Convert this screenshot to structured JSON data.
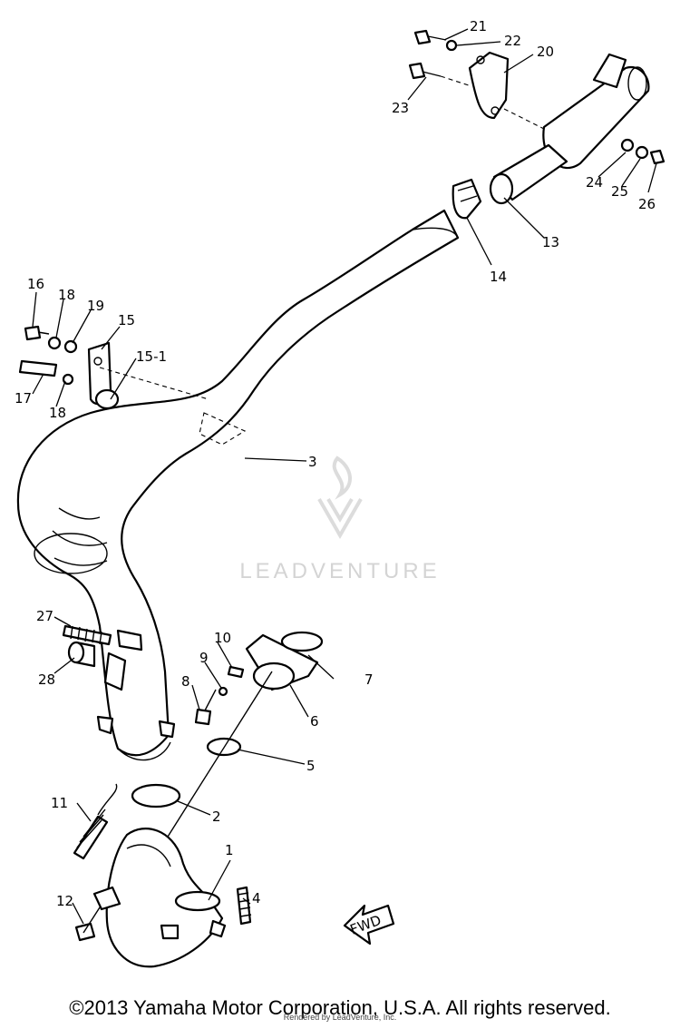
{
  "callouts": [
    "1",
    "2",
    "3",
    "4",
    "5",
    "6",
    "7",
    "8",
    "9",
    "10",
    "11",
    "12",
    "13",
    "14",
    "15",
    "15-1",
    "16",
    "17",
    "18",
    "18",
    "19",
    "20",
    "21",
    "22",
    "23",
    "24",
    "25",
    "26",
    "27",
    "28"
  ],
  "direction_arrow": "FWD",
  "watermark": "LEADVENTURE",
  "copyright": "©2013 Yamaha Motor Corporation, U.S.A. All rights reserved.",
  "rendered_by": "Rendered by LeadVenture, Inc."
}
